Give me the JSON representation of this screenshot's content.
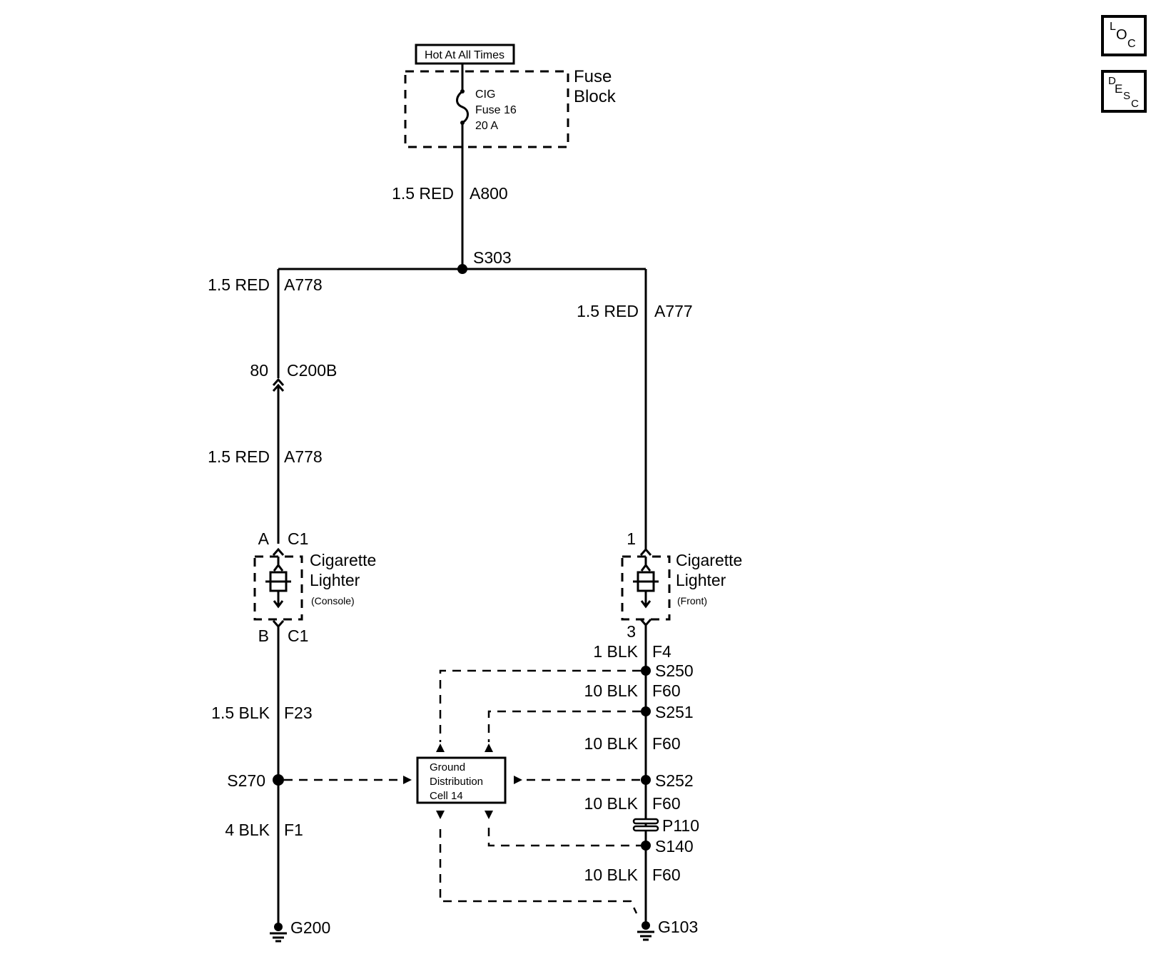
{
  "header": {
    "hot_label": "Hot At All Times"
  },
  "fuse_block": {
    "title_line1": "Fuse",
    "title_line2": "Block",
    "fuse_line1": "CIG",
    "fuse_line2": "Fuse 16",
    "fuse_line3": "20 A"
  },
  "wires": {
    "a800_gauge": "1.5 RED",
    "a800_id": "A800",
    "s303": "S303",
    "a778_top_gauge": "1.5 RED",
    "a778_top_id": "A778",
    "a777_gauge": "1.5 RED",
    "a777_id": "A777",
    "c200b_pin": "80",
    "c200b_id": "C200B",
    "a778_mid_gauge": "1.5 RED",
    "a778_mid_id": "A778",
    "f23_gauge": "1.5 BLK",
    "f23_id": "F23",
    "f1_gauge": "4 BLK",
    "f1_id": "F1",
    "f4_gauge": "1 BLK",
    "f4_id": "F4",
    "f60a_gauge": "10 BLK",
    "f60a_id": "F60",
    "f60b_gauge": "10 BLK",
    "f60b_id": "F60",
    "f60c_gauge": "10 BLK",
    "f60c_id": "F60",
    "f60d_gauge": "10 BLK",
    "f60d_id": "F60"
  },
  "console_lighter": {
    "pin_top": "A",
    "conn_top": "C1",
    "pin_bottom": "B",
    "conn_bottom": "C1",
    "name_line1": "Cigarette",
    "name_line2": "Lighter",
    "location": "(Console)"
  },
  "front_lighter": {
    "pin_top": "1",
    "pin_bottom": "3",
    "name_line1": "Cigarette",
    "name_line2": "Lighter",
    "location": "(Front)"
  },
  "splices": {
    "s270": "S270",
    "s250": "S250",
    "s251": "S251",
    "s252": "S252",
    "s140": "S140",
    "p110": "P110"
  },
  "grounds": {
    "g200": "G200",
    "g103": "G103"
  },
  "ground_dist": {
    "line1": "Ground",
    "line2": "Distribution",
    "line3": "Cell 14"
  },
  "nav_buttons": {
    "loc": {
      "big": "O",
      "sup": "L",
      "sub": "C"
    },
    "desc": {
      "big": "E",
      "sup": "D",
      "sub1": "S",
      "sub2": "C"
    }
  }
}
